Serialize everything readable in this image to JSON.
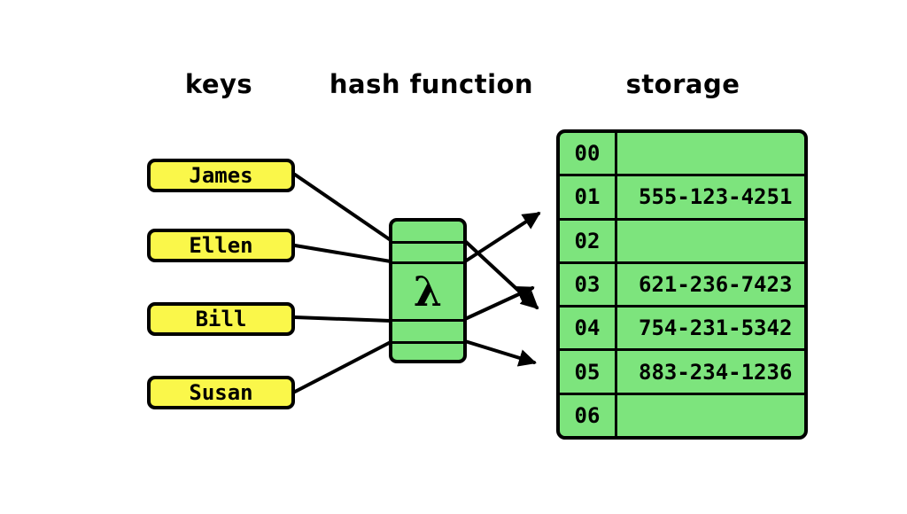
{
  "headers": {
    "keys": "keys",
    "hash_function": "hash function",
    "storage": "storage"
  },
  "keys": [
    {
      "label": "James"
    },
    {
      "label": "Ellen"
    },
    {
      "label": "Bill"
    },
    {
      "label": "Susan"
    }
  ],
  "hash_function": {
    "symbol": "λ"
  },
  "storage": {
    "rows": [
      {
        "index": "00",
        "value": ""
      },
      {
        "index": "01",
        "value": "555-123-4251"
      },
      {
        "index": "02",
        "value": ""
      },
      {
        "index": "03",
        "value": "621-236-7423"
      },
      {
        "index": "04",
        "value": "754-231-5342"
      },
      {
        "index": "05",
        "value": "883-234-1236"
      },
      {
        "index": "06",
        "value": ""
      }
    ]
  },
  "connections": [
    {
      "from": "James",
      "to_slot": "04"
    },
    {
      "from": "Ellen",
      "to_slot": "01"
    },
    {
      "from": "Bill",
      "to_slot": "03"
    },
    {
      "from": "Susan",
      "to_slot": "05"
    }
  ],
  "colors": {
    "background": "#ffffff",
    "key_fill": "#faf74a",
    "cell_fill": "#7de47d",
    "line": "#000000",
    "text": "#000000"
  }
}
